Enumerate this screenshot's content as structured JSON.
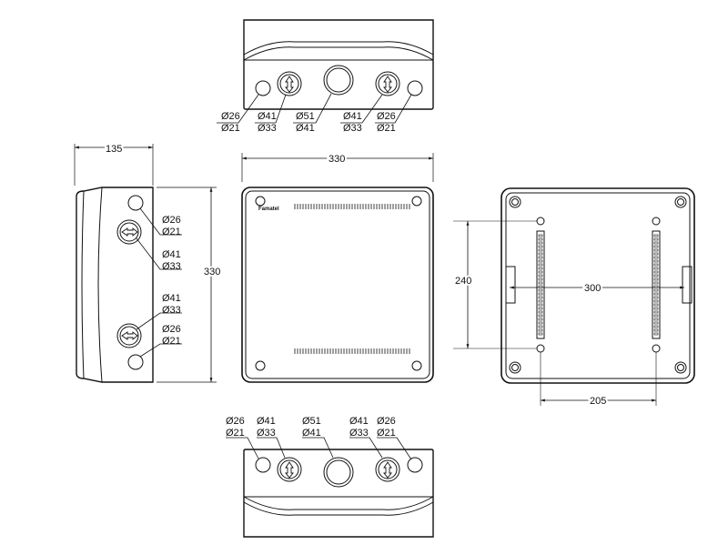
{
  "top_view": {
    "labels_left": [
      [
        "Ø26",
        "Ø21"
      ],
      [
        "Ø41",
        "Ø33"
      ],
      [
        "Ø51",
        "Ø41"
      ]
    ],
    "labels_right": [
      [
        "Ø41",
        "Ø33"
      ],
      [
        "Ø26",
        "Ø21"
      ]
    ]
  },
  "bottom_view": {
    "labels": [
      [
        "Ø26",
        "Ø21"
      ],
      [
        "Ø41",
        "Ø33"
      ],
      [
        "Ø51",
        "Ø41"
      ],
      [
        "Ø41",
        "Ø33"
      ],
      [
        "Ø26",
        "Ø21"
      ]
    ]
  },
  "side_view": {
    "depth": "135",
    "height": "330",
    "labels": [
      [
        "Ø26",
        "Ø21"
      ],
      [
        "Ø41",
        "Ø33"
      ],
      [
        "Ø41",
        "Ø33"
      ],
      [
        "Ø26",
        "Ø21"
      ]
    ]
  },
  "front_view": {
    "width": "330",
    "brand": "Famatel"
  },
  "back_view": {
    "rail_height": "240",
    "rail_spacing": "300",
    "mount_spacing": "205"
  }
}
